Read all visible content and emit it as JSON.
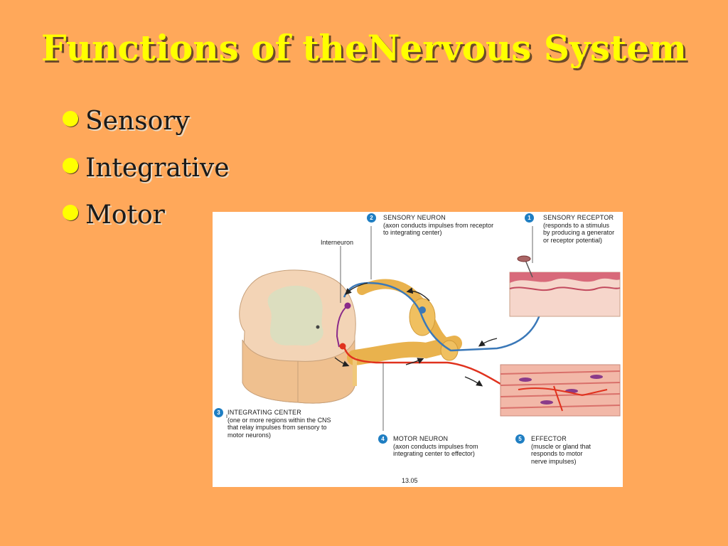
{
  "slide": {
    "title": "Functions of theNervous System",
    "bullets": [
      "Sensory",
      "Integrative",
      "Motor"
    ]
  },
  "figure": {
    "interneuron_label": "Interneuron",
    "figure_number": "13.05",
    "labels": [
      {
        "number": "1",
        "title": "SENSORY RECEPTOR",
        "lines": [
          "(responds to a stimulus",
          "by producing a generator",
          "or receptor potential)"
        ]
      },
      {
        "number": "2",
        "title": "SENSORY NEURON",
        "lines": [
          "(axon conducts impulses from receptor",
          "to integrating center)"
        ]
      },
      {
        "number": "3",
        "title": "INTEGRATING CENTER",
        "lines": [
          "(one or more regions within the CNS",
          "that relay impulses from sensory to",
          "motor neurons)"
        ]
      },
      {
        "number": "4",
        "title": "MOTOR NEURON",
        "lines": [
          "(axon conducts impulses from",
          "integrating center to effector)"
        ]
      },
      {
        "number": "5",
        "title": "EFFECTOR",
        "lines": [
          "(muscle or gland that",
          "responds to motor",
          "nerve impulses)"
        ]
      }
    ]
  },
  "colors": {
    "background": "#FFA85A",
    "title": "#FFFF00",
    "badge": "#1f7ec2",
    "sensory_path": "#3a78b8",
    "motor_path": "#e0321e",
    "interneuron": "#8a2a8a"
  }
}
